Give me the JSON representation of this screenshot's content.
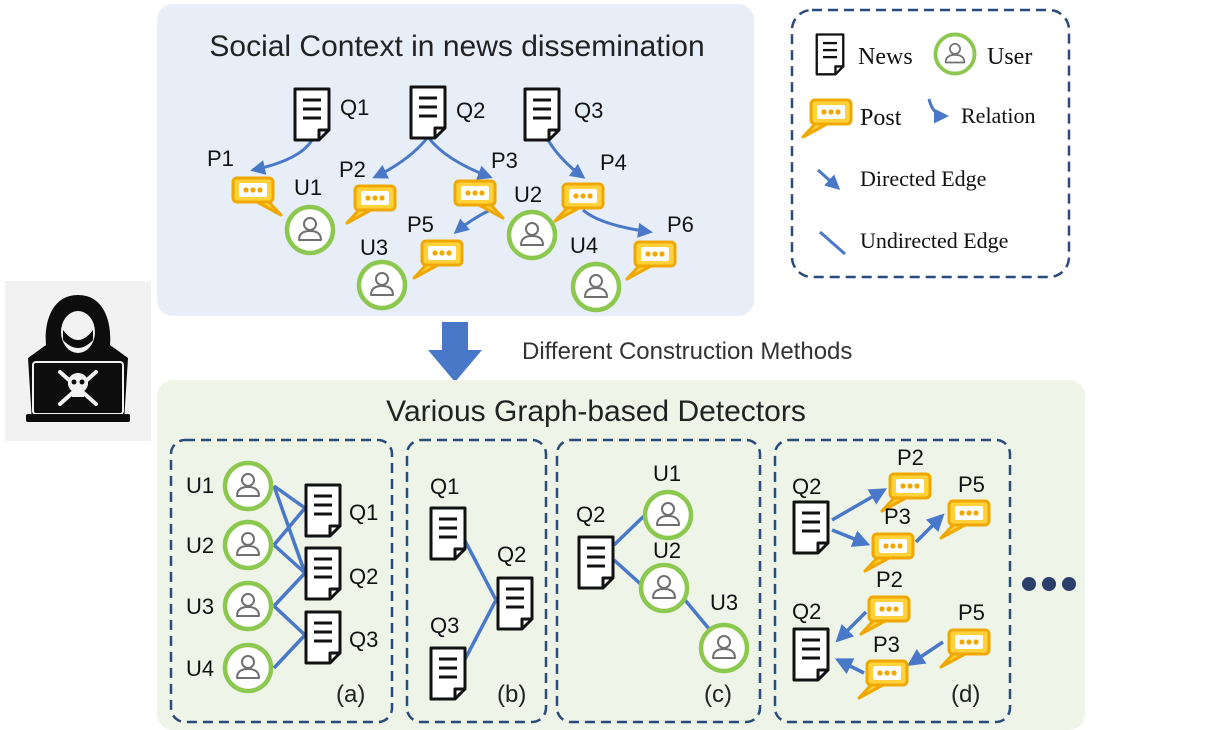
{
  "top_panel": {
    "title": "Social Context in news dissemination"
  },
  "legend": {
    "news": "News",
    "user": "User",
    "post": "Post",
    "relation": "Relation",
    "directed_edge": "Directed Edge",
    "undirected_edge": "Undirected Edge"
  },
  "arrow_label": "Different Construction Methods",
  "bottom_panel": {
    "title": "Various Graph-based Detectors"
  },
  "nodes": {
    "q1": "Q1",
    "q2": "Q2",
    "q3": "Q3",
    "p1": "P1",
    "p2": "P2",
    "p3": "P3",
    "p4": "P4",
    "p5": "P5",
    "p6": "P6",
    "u1": "U1",
    "u2": "U2",
    "u3": "U3",
    "u4": "U4"
  },
  "sub_labels": {
    "a": "(a)",
    "b": "(b)",
    "c": "(c)",
    "d": "(d)"
  },
  "colors": {
    "edge": "#4a78c8",
    "user_ring": "#8cc850",
    "post_fill": "#ffd13a",
    "post_border": "#f0a800",
    "top_bg": "#e8eef8",
    "bottom_bg": "#eef5e8",
    "frame": "#2b4a7c"
  },
  "icons": {
    "attacker": "hooded-hacker-icon",
    "more": "ellipsis-icon"
  }
}
